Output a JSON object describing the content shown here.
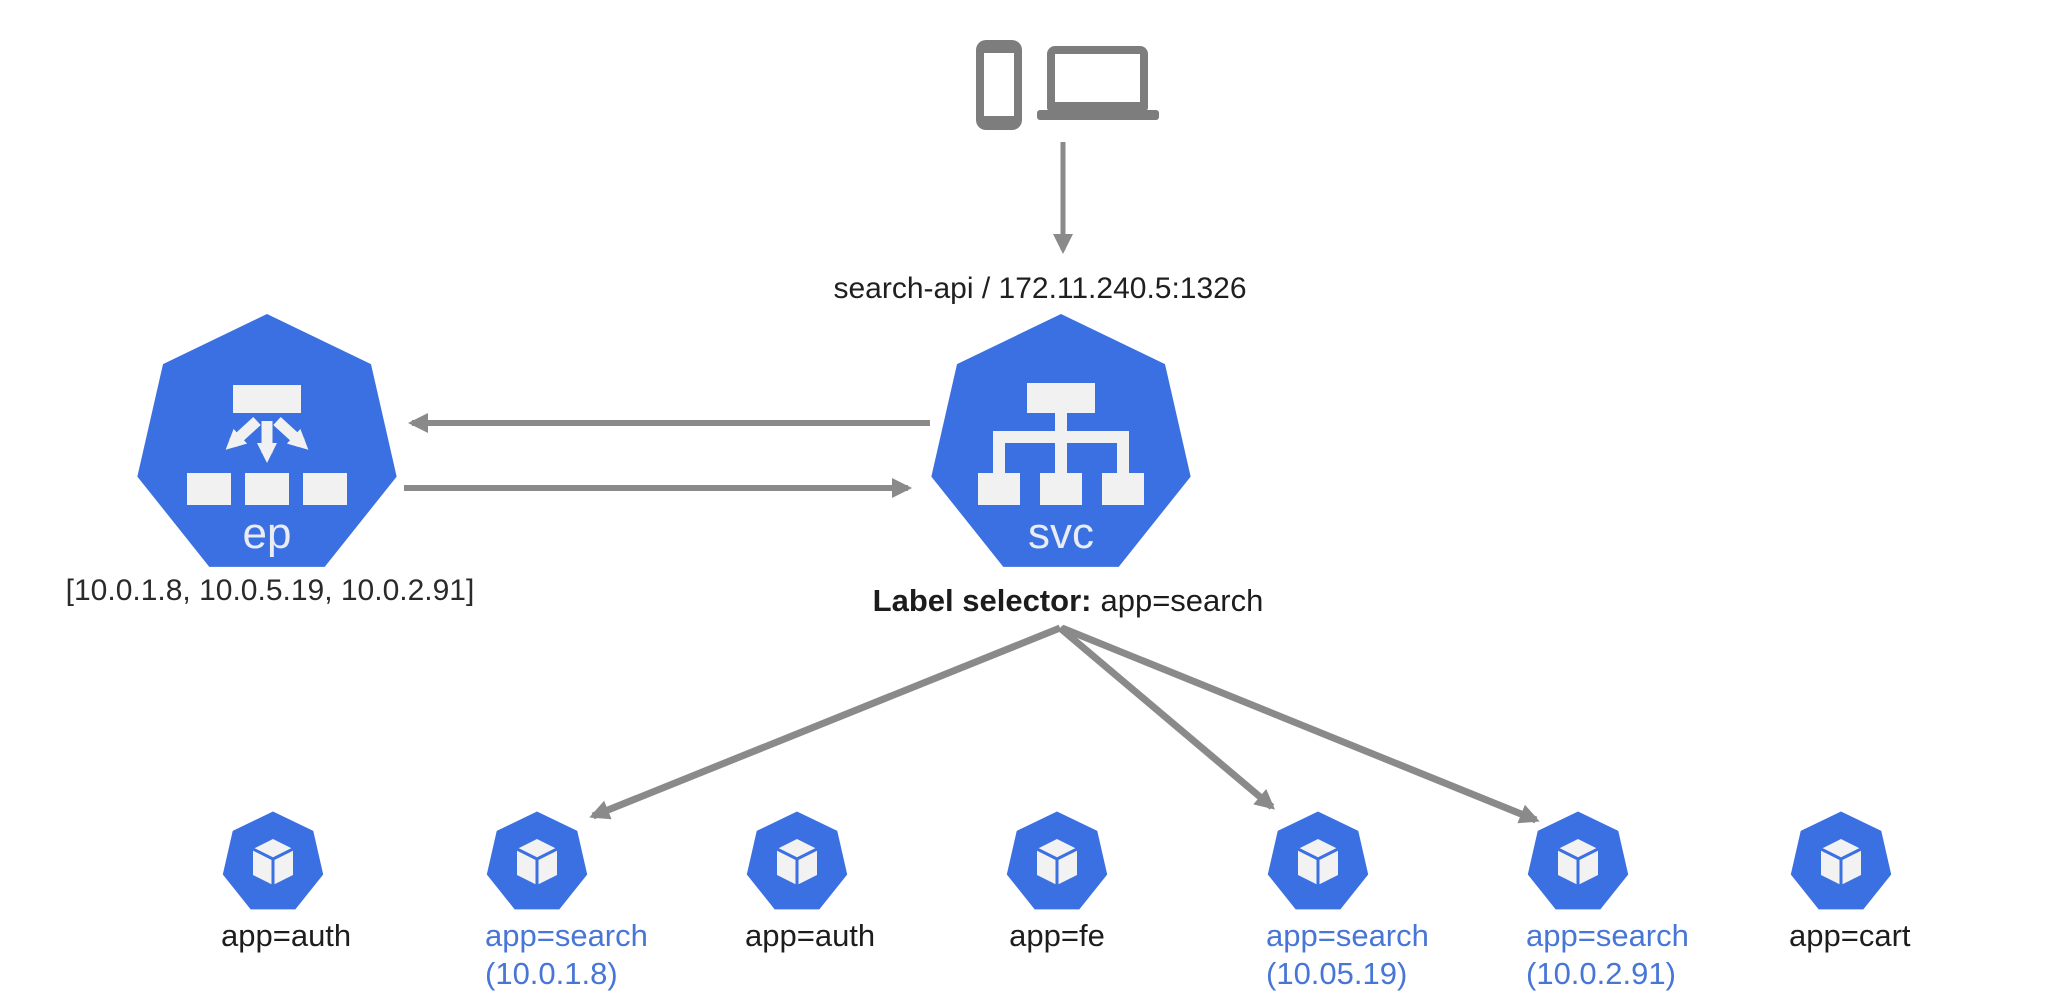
{
  "title": "Kubernetes service, endpoints and pods diagram",
  "colors": {
    "k8s_blue": "#3b70e2",
    "arrow_gray": "#8a8a8a",
    "device_gray": "#7d7d7d",
    "text_black": "#1f1f1f",
    "selected_text_blue": "#4776d6",
    "icon_white": "#f1f1f1"
  },
  "icons": {
    "phone": "phone-icon",
    "laptop": "laptop-icon",
    "endpoints": "endpoints-distribution-icon",
    "service": "service-tree-icon",
    "pod": "pod-cube-icon"
  },
  "client": {
    "service_address": "search-api / 172.11.240.5:1326"
  },
  "endpoints": {
    "abbr": "ep",
    "ip_list": "[10.0.1.8, 10.0.5.19, 10.0.2.91]"
  },
  "service": {
    "abbr": "svc",
    "selector_key": "Label selector:",
    "selector_value": "app=search"
  },
  "pods": [
    {
      "label": "app=auth",
      "ip": "",
      "selected": false
    },
    {
      "label": "app=search",
      "ip": "(10.0.1.8)",
      "selected": true
    },
    {
      "label": "app=auth",
      "ip": "",
      "selected": false
    },
    {
      "label": "app=fe",
      "ip": "",
      "selected": false
    },
    {
      "label": "app=search",
      "ip": "(10.05.19)",
      "selected": true
    },
    {
      "label": "app=search",
      "ip": "(10.0.2.91)",
      "selected": true
    },
    {
      "label": "app=cart",
      "ip": "",
      "selected": false
    }
  ]
}
